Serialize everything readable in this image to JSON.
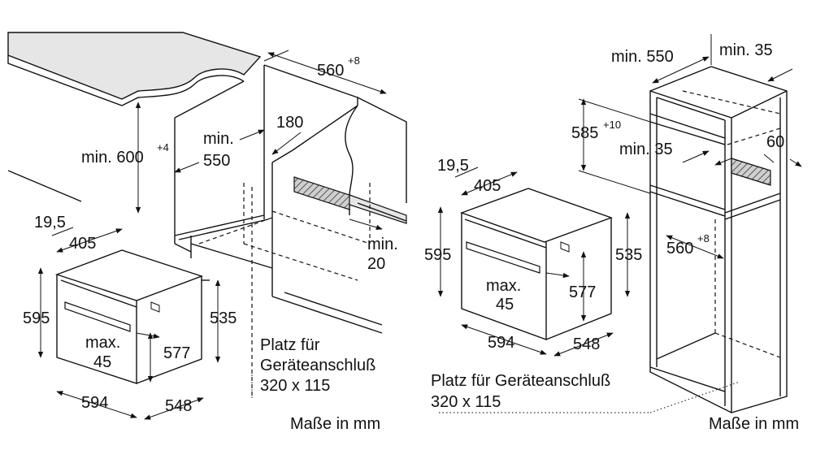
{
  "left": {
    "depth_560": "560",
    "depth_560_sup": "+8",
    "min_600": "min. 600",
    "min_600_sup": "+4",
    "min_550_a": "min.",
    "min_550_b": "550",
    "d180": "180",
    "d19_5": "19,5",
    "d405": "405",
    "d595": "595",
    "d535": "535",
    "max45_a": "max.",
    "max45_b": "45",
    "d577": "577",
    "d594": "594",
    "d548": "548",
    "min20_a": "min.",
    "min20_b": "20",
    "note_1": "Platz für",
    "note_2": "Geräteanschluß",
    "note_3": "320 x 115",
    "units": "Maße in mm"
  },
  "right": {
    "min_550": "min. 550",
    "min_35_top": "min. 35",
    "d585": "585",
    "d585_sup": "+10",
    "min_35_mid": "min. 35",
    "d60": "60",
    "d19_5": "19,5",
    "d405": "405",
    "d595": "595",
    "d535": "535",
    "max45_a": "max.",
    "max45_b": "45",
    "d577": "577",
    "d594": "594",
    "d548": "548",
    "d560": "560",
    "d560_sup": "+8",
    "note_1": "Platz für Geräteanschluß",
    "note_2": "320 x 115",
    "units": "Maße in mm"
  }
}
